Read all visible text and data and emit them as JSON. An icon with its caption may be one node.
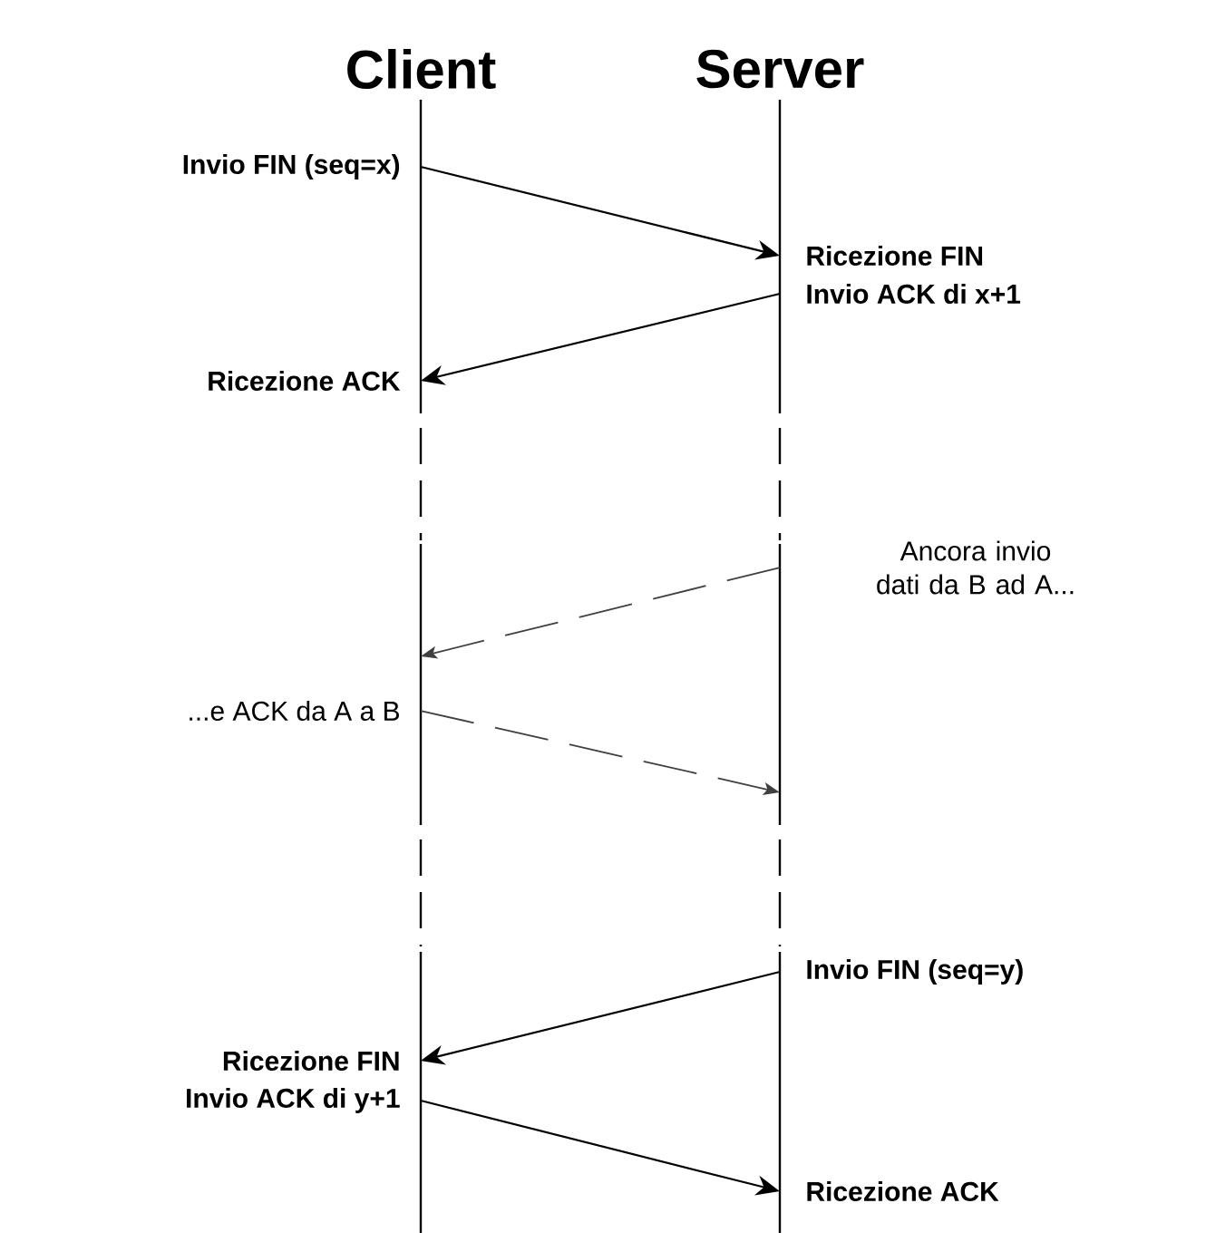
{
  "diagram": {
    "nodes": [
      {
        "text": [
          "Client"
        ]
      },
      {
        "text": [
          "Server"
        ]
      },
      {
        "text": [
          "Invio FIN (seq=x)"
        ]
      },
      {
        "text": [
          "Ricezione FIN"
        ]
      },
      {
        "text": [
          "Invio ACK di x+1"
        ]
      },
      {
        "text": [
          "Ricezione ACK"
        ]
      },
      {
        "text": [
          "Ancora invio dati da B ad A..."
        ]
      },
      {
        "text": [
          "...e ACK da A a B"
        ]
      },
      {
        "text": [
          "Invio FIN (seq=y)"
        ]
      },
      {
        "text": [
          "Ricezione FIN"
        ]
      },
      {
        "text": [
          "Invio ACK di y+1"
        ]
      },
      {
        "text": [
          "Ricezione ACK"
        ]
      }
    ],
    "edges": [
      {
        "from": 2,
        "to": 3,
        "arrow": "to"
      },
      {
        "from": 4,
        "to": 5,
        "arrow": "to"
      },
      {
        "from": 6,
        "to": null,
        "arrow": "to",
        "style": "dashed"
      },
      {
        "from": 7,
        "to": null,
        "arrow": "to",
        "style": "dashed"
      },
      {
        "from": 8,
        "to": 9,
        "arrow": "to"
      },
      {
        "from": 10,
        "to": 11,
        "arrow": "to"
      }
    ]
  }
}
